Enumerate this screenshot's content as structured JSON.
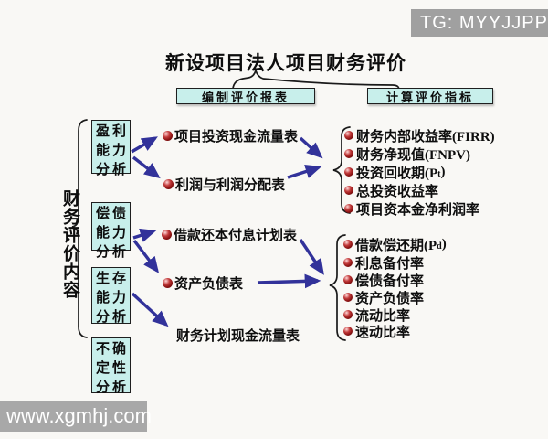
{
  "badge": {
    "text": "TG: MYYJJPP"
  },
  "watermark": {
    "text": "www.xgmhj.com"
  },
  "title": "新设项目法人项目财务评价",
  "top_boxes": [
    {
      "label": "编制评价报表"
    },
    {
      "label": "计算评价指标"
    }
  ],
  "side_label": "财务评价内容",
  "analysis_boxes": [
    {
      "name": "盈利能力分析",
      "lines": [
        "盈利",
        "能力",
        "分析"
      ]
    },
    {
      "name": "偿债能力分析",
      "lines": [
        "偿债",
        "能力",
        "分析"
      ]
    },
    {
      "name": "生存能力分析",
      "lines": [
        "生存",
        "能力",
        "分析"
      ]
    },
    {
      "name": "不确定性分析",
      "lines": [
        "不确",
        "定性",
        "分析"
      ]
    }
  ],
  "reports": [
    {
      "label": "项目投资现金流量表"
    },
    {
      "label": "利润与利润分配表"
    },
    {
      "label": "借款还本付息计划表"
    },
    {
      "label": "资产负债表"
    },
    {
      "label": "财务计划现金流量表"
    }
  ],
  "indicators_group1": [
    {
      "pre": "财务内部收益率(FIRR)",
      "sub": "",
      "post": ""
    },
    {
      "pre": "财务净现值(FNPV)",
      "sub": "",
      "post": ""
    },
    {
      "pre": "投资回收期(P",
      "sub": "t",
      "post": ")"
    },
    {
      "pre": "总投资收益率",
      "sub": "",
      "post": ""
    },
    {
      "pre": "项目资本金净利润率",
      "sub": "",
      "post": ""
    }
  ],
  "indicators_group2": [
    {
      "pre": "借款偿还期(P",
      "sub": "d",
      "post": ")"
    },
    {
      "pre": "利息备付率",
      "sub": "",
      "post": ""
    },
    {
      "pre": "偿债备付率",
      "sub": "",
      "post": ""
    },
    {
      "pre": "资产负债率",
      "sub": "",
      "post": ""
    },
    {
      "pre": "流动比率",
      "sub": "",
      "post": ""
    },
    {
      "pre": "速动比率",
      "sub": "",
      "post": ""
    }
  ],
  "colors": {
    "box_fill": "#c8efeb",
    "arrow": "#32329a",
    "bullet": "#8a1212",
    "watermark_bg": "#a8a8a8",
    "badge_bg": "#a0a0a0"
  }
}
